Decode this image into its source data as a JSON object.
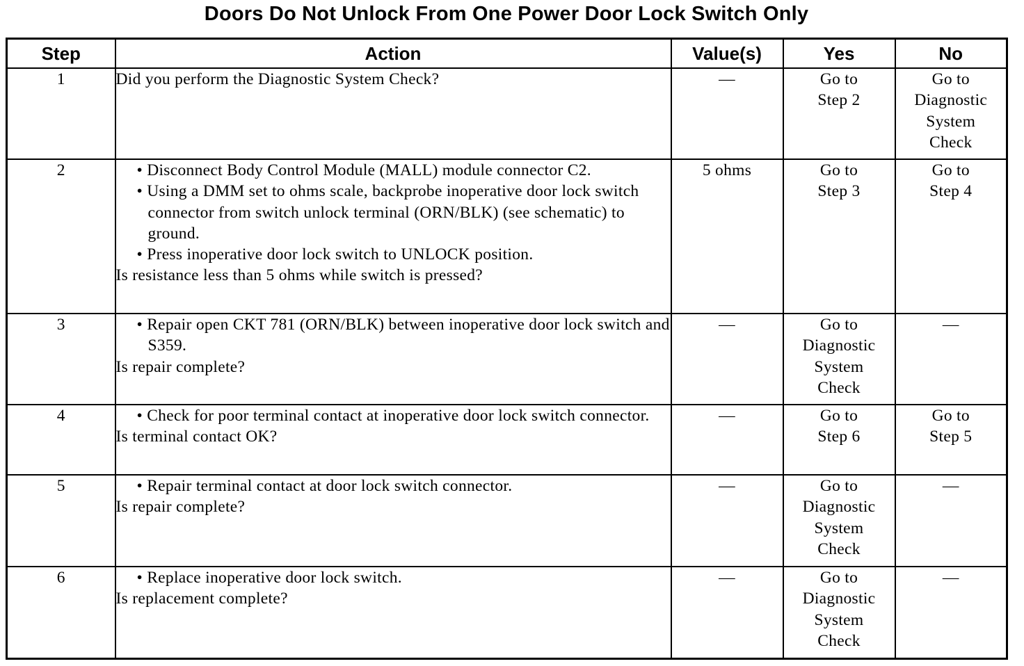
{
  "title": "Doors Do Not Unlock From One Power Door Lock Switch Only",
  "headers": {
    "step": "Step",
    "action": "Action",
    "values": "Value(s)",
    "yes": "Yes",
    "no": "No"
  },
  "rows": [
    {
      "step": "1",
      "bullets": [],
      "question": "Did you perform the Diagnostic System Check?",
      "value": "—",
      "yes": [
        "Go to",
        "Step 2"
      ],
      "no": [
        "Go to",
        "Diagnostic",
        "System",
        "Check"
      ]
    },
    {
      "step": "2",
      "bullets": [
        "• Disconnect Body Control Module (MALL) module connector C2.",
        "• Using a DMM set to ohms scale, backprobe inoperative door lock switch connector from switch unlock terminal (ORN/BLK) (see schematic) to ground.",
        "• Press inoperative door lock switch to UNLOCK position."
      ],
      "question": "Is resistance less than 5 ohms while switch is pressed?",
      "value": "5 ohms",
      "yes": [
        "Go to",
        "Step 3"
      ],
      "no": [
        "Go to",
        "Step 4"
      ]
    },
    {
      "step": "3",
      "bullets": [
        "• Repair open CKT 781 (ORN/BLK) between inoperative door lock switch and S359."
      ],
      "question": "Is repair complete?",
      "value": "—",
      "yes": [
        "Go to",
        "Diagnostic",
        "System",
        "Check"
      ],
      "no": [
        "—"
      ]
    },
    {
      "step": "4",
      "bullets": [
        "• Check for poor terminal contact at inoperative door lock switch connector."
      ],
      "question": "Is terminal contact OK?",
      "value": "—",
      "yes": [
        "Go to",
        "Step 6"
      ],
      "no": [
        "Go to",
        "Step 5"
      ]
    },
    {
      "step": "5",
      "bullets": [
        "• Repair terminal contact at door lock switch connector."
      ],
      "question": "Is repair complete?",
      "value": "—",
      "yes": [
        "Go to",
        "Diagnostic",
        "System",
        "Check"
      ],
      "no": [
        "—"
      ]
    },
    {
      "step": "6",
      "bullets": [
        "• Replace inoperative door lock switch."
      ],
      "question": "Is replacement complete?",
      "value": "—",
      "yes": [
        "Go to",
        "Diagnostic",
        "System",
        "Check"
      ],
      "no": [
        "—"
      ]
    }
  ]
}
